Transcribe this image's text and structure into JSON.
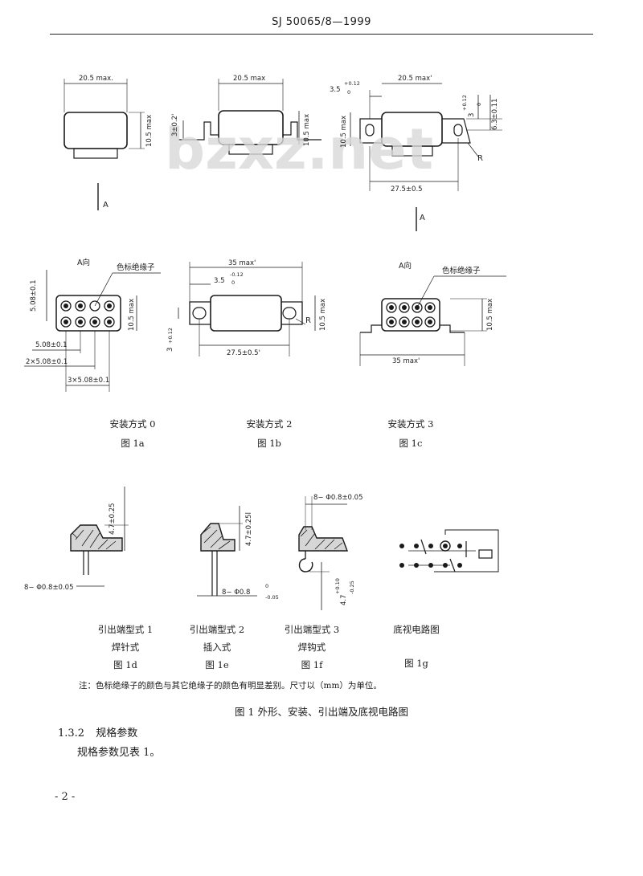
{
  "header": {
    "standard_no": "SJ 50065/8—1999"
  },
  "watermark": {
    "text": "bzxz.net",
    "color": "#d8d8d8"
  },
  "figure": {
    "dims": {
      "w20_5": "20.5 max.",
      "w20_5b": "20.5 max",
      "w20_5c": "20.5 max'",
      "h10_5": "10.5 max",
      "h3": "3±0.2'",
      "d3_5": "3.5",
      "d3_5_tol": "+0.12",
      "d3_5_tol0": "0",
      "d3_top": "3",
      "d3_tol": "+0.12",
      "d3_tol0": "0",
      "d6_3": "6.3±0.11",
      "d27_5": "27.5±0.5",
      "R": "R",
      "A": "A",
      "d35": "35 max'",
      "d35c": "35 max'",
      "d3_5b_tol": "-0.12",
      "d3_5b_tol0": "0",
      "d27_5b": "27.5±0.5'",
      "p508": "5.08±0.1",
      "p508v": "5.08±0.1",
      "p2x": "2×5.08±0.1",
      "p3x": "3×5.08±0.1",
      "h47": "4.7±0.25",
      "h47b": "4.7±0.25l",
      "h47c": "4.7",
      "h47c_tol": "+0.10",
      "h47c_tol2": "-0.25",
      "pin08": "8− Φ0.8±0.05",
      "pin08e": "8− Φ0.8",
      "pin08e_tol": "0",
      "pin08e_tol2": "-0.05",
      "pin08f": "8− Φ0.8±0.05"
    },
    "labels": {
      "a_view_1": "A向",
      "a_view_2": "A向",
      "color_insulator_1": "色标绝缘子",
      "color_insulator_2": "色标绝缘子"
    },
    "captions_row1": [
      {
        "line1": "安装方式 0",
        "line2": "图 1a"
      },
      {
        "line1": "安装方式 2",
        "line2": "图 1b"
      },
      {
        "line1": "安装方式 3",
        "line2": "图 1c"
      }
    ],
    "captions_row2": [
      {
        "line1": "引出端型式 1",
        "line2": "焊针式",
        "line3": "图 1d"
      },
      {
        "line1": "引出端型式 2",
        "line2": "插入式",
        "line3": "图 1e"
      },
      {
        "line1": "引出端型式 3",
        "line2": "焊钩式",
        "line3": "图 1f"
      },
      {
        "line1": "底视电路图",
        "line2": "",
        "line3": "图 1g"
      }
    ],
    "note": "注：色标绝缘子的颜色与其它绝缘子的颜色有明显差别。尺寸以（mm）为单位。",
    "title": "图 1   外形、安装、引出端及底视电路图"
  },
  "section": {
    "number": "1.3.2",
    "title": "规格参数",
    "body": "规格参数见表 1。"
  },
  "footer": {
    "page": "- 2 -"
  }
}
